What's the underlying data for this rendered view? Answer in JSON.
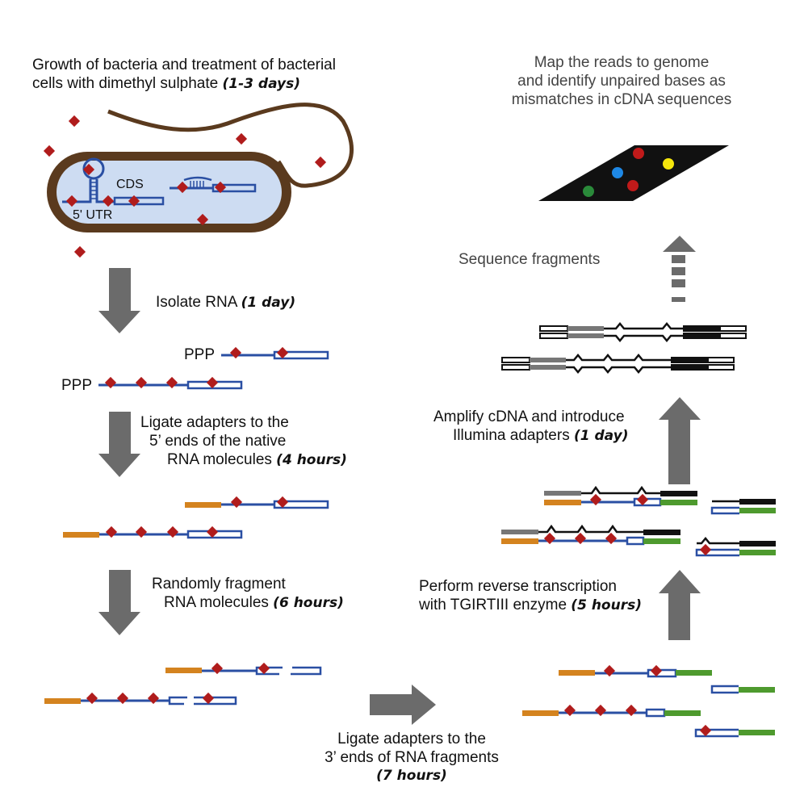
{
  "colors": {
    "rna": "#2a4fa3",
    "modification": "#b01c1c",
    "adapter5": "#d4831f",
    "adapter3": "#4e9a2e",
    "cell_wall": "#5a3a1e",
    "cytoplasm": "#cddcf2",
    "arrow": "#6b6b6b",
    "cdna": "#111111",
    "illumina": "#777777",
    "flowcell": "#111111",
    "dot_red": "#c01a1a",
    "dot_blue": "#1e88e5",
    "dot_yellow": "#f5e60c",
    "dot_green": "#2a8a3a"
  },
  "steps": {
    "growth": {
      "text": "Growth of bacteria and treatment of bacterial",
      "text2": "cells with dimethyl sulphate",
      "duration": "(1-3 days)"
    },
    "isolate": {
      "text": "Isolate RNA",
      "duration": "(1 day)"
    },
    "ligate5": {
      "line1": "Ligate adapters to the",
      "line2": "5’ ends of the native",
      "line3": "RNA molecules",
      "duration": "(4 hours)"
    },
    "fragment": {
      "line1": "Randomly fragment",
      "line2": "RNA molecules",
      "duration": "(6 hours)"
    },
    "ligate3": {
      "line1": "Ligate adapters to the",
      "line2": "3’ ends of RNA fragments",
      "duration": "(7 hours)"
    },
    "rt": {
      "line1": "Perform reverse transcription",
      "line2": "with TGIRTIII enzyme",
      "duration": "(5 hours)"
    },
    "amplify": {
      "line1": "Amplify cDNA and introduce",
      "line2": "Illumina adapters",
      "duration": "(1 day)"
    },
    "sequence": {
      "text": "Sequence fragments"
    },
    "map": {
      "line1": "Map the reads to genome",
      "line2": "and identify unpaired bases as",
      "line3": "mismatches in cDNA sequences"
    }
  },
  "cell_labels": {
    "cds": "CDS",
    "utr": "5' UTR"
  },
  "rna_labels": {
    "triphosphate": "PPP"
  },
  "flowcell_dots": [
    "red",
    "blue",
    "red",
    "yellow",
    "green"
  ]
}
